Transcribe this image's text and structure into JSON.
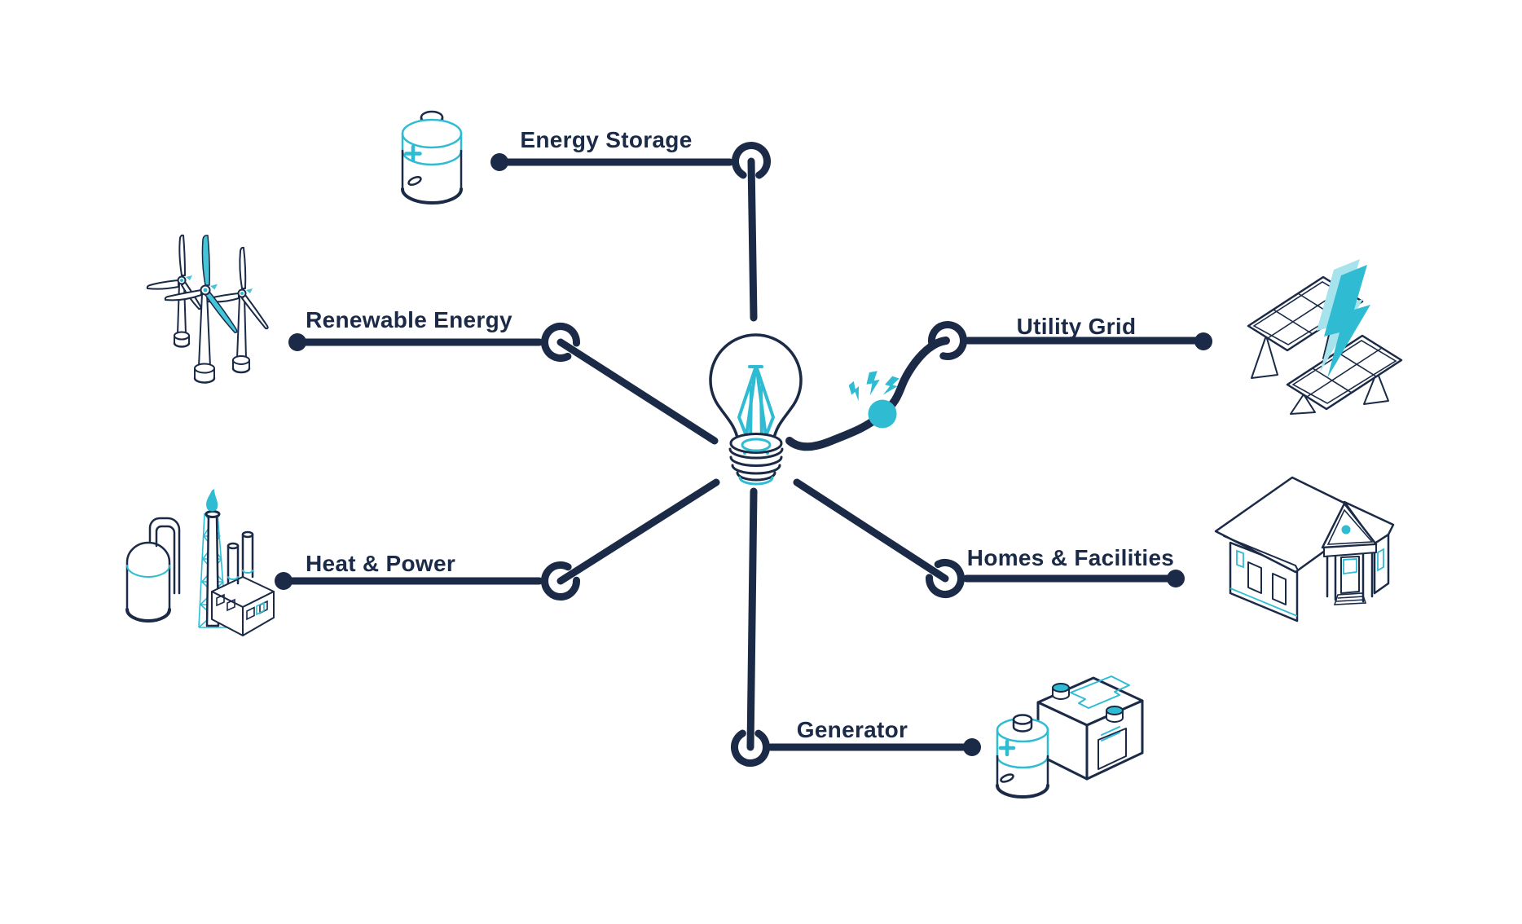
{
  "title": "Energy network diagram",
  "colors": {
    "navy": "#1A2A47",
    "teal": "#2FBCD3",
    "teal_light": "#A6E3EC",
    "teal_mid": "#45C5D8",
    "background": "#FFFFFF"
  },
  "center": {
    "icon": "lightbulb-icon"
  },
  "nodes": [
    {
      "id": "energy-storage",
      "label": "Energy Storage",
      "icon": "battery-icon",
      "position": "top"
    },
    {
      "id": "renewable-energy",
      "label": "Renewable Energy",
      "icon": "wind-turbines-icon",
      "position": "middle-left"
    },
    {
      "id": "utility-grid",
      "label": "Utility Grid",
      "icon": "solar-panels-icon",
      "position": "middle-right"
    },
    {
      "id": "heat-power",
      "label": "Heat & Power",
      "icon": "factory-icon",
      "position": "lower-left"
    },
    {
      "id": "homes-facilities",
      "label": "Homes & Facilities",
      "icon": "house-icon",
      "position": "lower-right"
    },
    {
      "id": "generator",
      "label": "Generator",
      "icon": "car-battery-icon",
      "position": "bottom"
    }
  ],
  "spark": {
    "icon": "spark-dot-icon",
    "bolts": "lightning-bolts-icon"
  }
}
